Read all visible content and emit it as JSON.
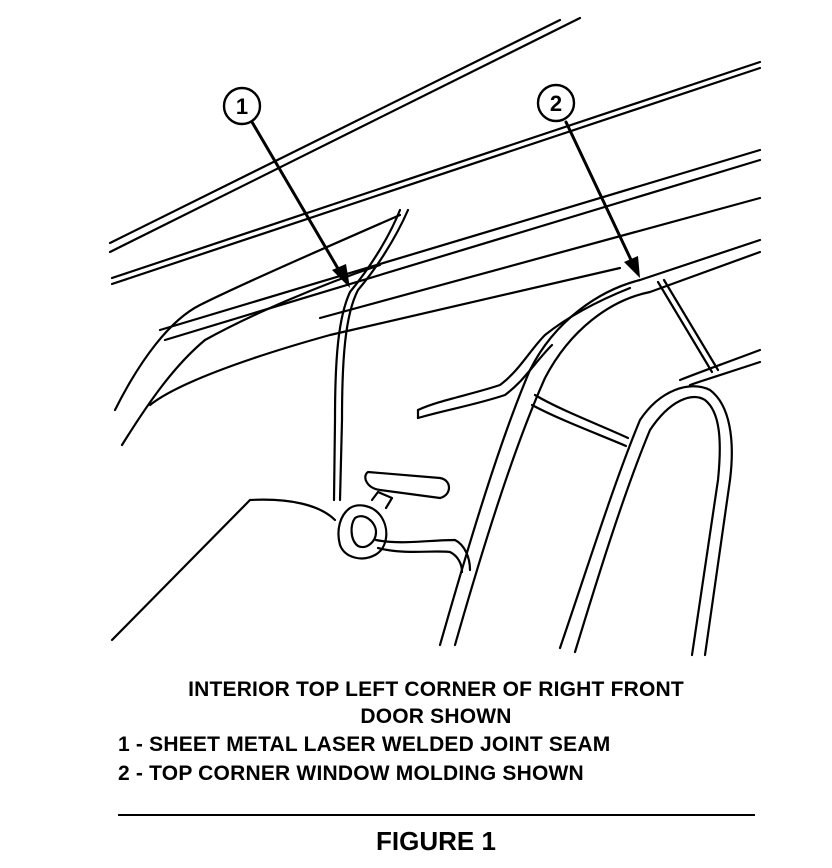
{
  "callouts": [
    {
      "number": "1"
    },
    {
      "number": "2"
    }
  ],
  "caption": {
    "title_line1": "INTERIOR TOP LEFT CORNER OF RIGHT FRONT",
    "title_line2": "DOOR SHOWN",
    "legend": [
      "1 - SHEET METAL LASER WELDED JOINT SEAM",
      "2 - TOP CORNER WINDOW MOLDING SHOWN"
    ]
  },
  "figure_label": "FIGURE 1"
}
